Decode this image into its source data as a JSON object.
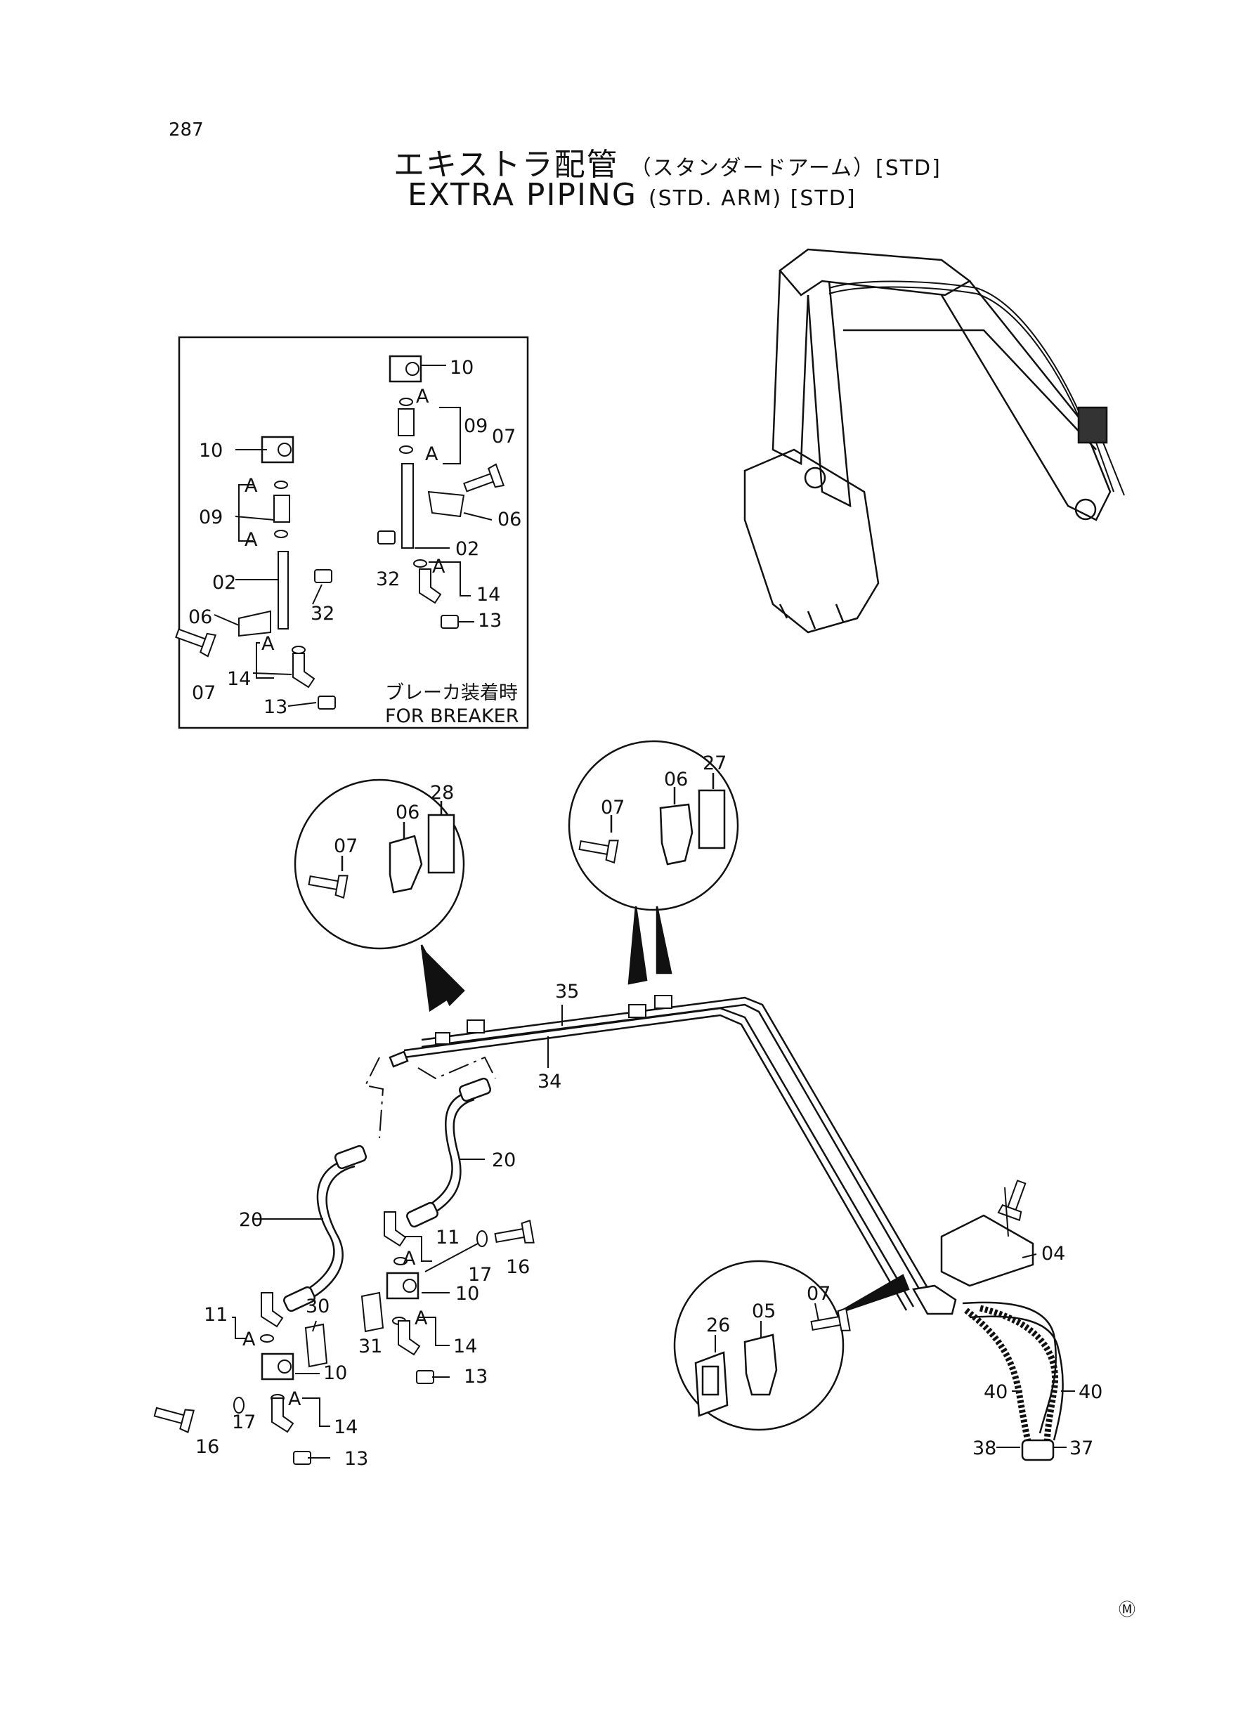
{
  "page_number": "287",
  "title": {
    "jp_main": "エキストラ配管",
    "jp_sub": "（スタンダードアーム）[STD]",
    "en_main": "EXTRA PIPING",
    "en_sub": "(STD. ARM) [STD]"
  },
  "inset": {
    "caption_jp": "ブレーカ装着時",
    "caption_en": "FOR BREAKER"
  },
  "labels": {
    "p02": "02",
    "p04": "04",
    "p05": "05",
    "p06": "06",
    "p07": "07",
    "p09": "09",
    "p10": "10",
    "p11": "11",
    "p13": "13",
    "p14": "14",
    "p16": "16",
    "p17": "17",
    "p20": "20",
    "p26": "26",
    "p27": "27",
    "p28": "28",
    "p30": "30",
    "p31": "31",
    "p32": "32",
    "p34": "34",
    "p35": "35",
    "p37": "37",
    "p38": "38",
    "p40": "40",
    "A": "A"
  },
  "footer_mark": "Ⓜ"
}
